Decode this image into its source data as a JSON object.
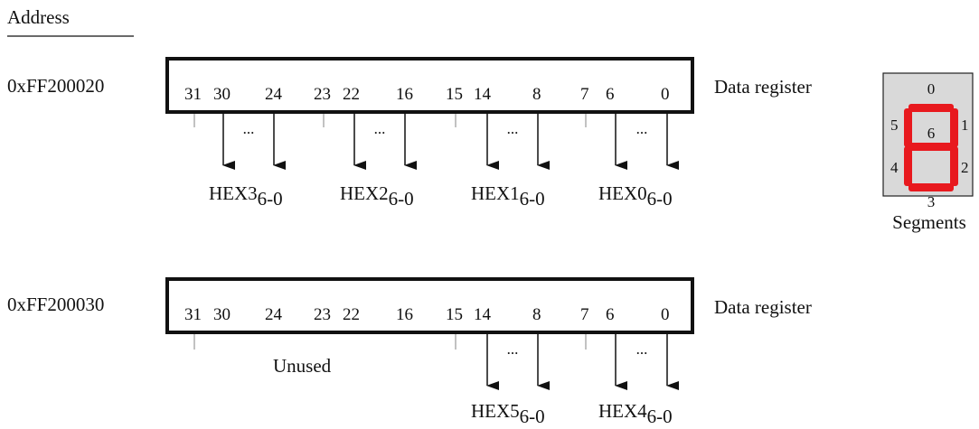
{
  "address_header": "Address",
  "registers": [
    {
      "address": "0xFF200020",
      "label": "Data register",
      "bit_labels": [
        "31",
        "30",
        "24",
        "23",
        "22",
        "16",
        "15",
        "14",
        "8",
        "7",
        "6",
        "0"
      ],
      "fields": [
        {
          "name": "HEX3",
          "subscript": "6-0",
          "ellipsis": "..."
        },
        {
          "name": "HEX2",
          "subscript": "6-0",
          "ellipsis": "..."
        },
        {
          "name": "HEX1",
          "subscript": "6-0",
          "ellipsis": "..."
        },
        {
          "name": "HEX0",
          "subscript": "6-0",
          "ellipsis": "..."
        }
      ]
    },
    {
      "address": "0xFF200030",
      "label": "Data register",
      "bit_labels": [
        "31",
        "30",
        "24",
        "23",
        "22",
        "16",
        "15",
        "14",
        "8",
        "7",
        "6",
        "0"
      ],
      "unused_label": "Unused",
      "fields": [
        {
          "name": "HEX5",
          "subscript": "6-0",
          "ellipsis": "..."
        },
        {
          "name": "HEX4",
          "subscript": "6-0",
          "ellipsis": "..."
        }
      ]
    }
  ],
  "segment_display": {
    "caption": "Segments",
    "segment_numbers": [
      "0",
      "1",
      "2",
      "3",
      "4",
      "5",
      "6"
    ],
    "segment_color": "#e8191e",
    "panel_color": "#d9d9d9"
  }
}
